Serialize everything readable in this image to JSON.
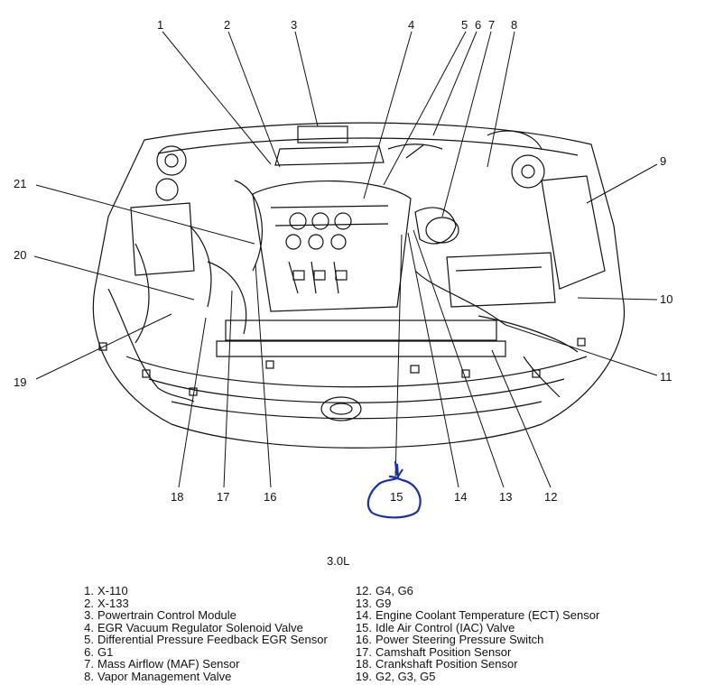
{
  "callouts": [
    "1",
    "2",
    "3",
    "4",
    "5",
    "6",
    "7",
    "8",
    "9",
    "10",
    "11",
    "12",
    "13",
    "14",
    "15",
    "16",
    "17",
    "18",
    "19",
    "20",
    "21"
  ],
  "caption": "3.0L",
  "legend_left": [
    {
      "num": "1.",
      "label": "X-110"
    },
    {
      "num": "2.",
      "label": "X-133"
    },
    {
      "num": "3.",
      "label": "Powertrain Control Module"
    },
    {
      "num": "4.",
      "label": "EGR Vacuum Regulator Solenoid Valve"
    },
    {
      "num": "5.",
      "label": "Differential Pressure Feedback EGR Sensor"
    },
    {
      "num": "6.",
      "label": "G1"
    },
    {
      "num": "7.",
      "label": "Mass Airflow (MAF) Sensor"
    },
    {
      "num": "8.",
      "label": "Vapor Management Valve"
    }
  ],
  "legend_right": [
    {
      "num": "12.",
      "label": "G4, G6"
    },
    {
      "num": "13.",
      "label": "G9"
    },
    {
      "num": "14.",
      "label": "Engine Coolant Temperature (ECT) Sensor"
    },
    {
      "num": "15.",
      "label": "Idle Air Control (IAC) Valve"
    },
    {
      "num": "16.",
      "label": "Power Steering Pressure Switch"
    },
    {
      "num": "17.",
      "label": "Camshaft Position Sensor"
    },
    {
      "num": "18.",
      "label": "Crankshaft Position Sensor"
    },
    {
      "num": "19.",
      "label": "G2, G3, G5"
    }
  ],
  "colors": {
    "ink": "#111111",
    "annotation": "#1a2fb0"
  }
}
